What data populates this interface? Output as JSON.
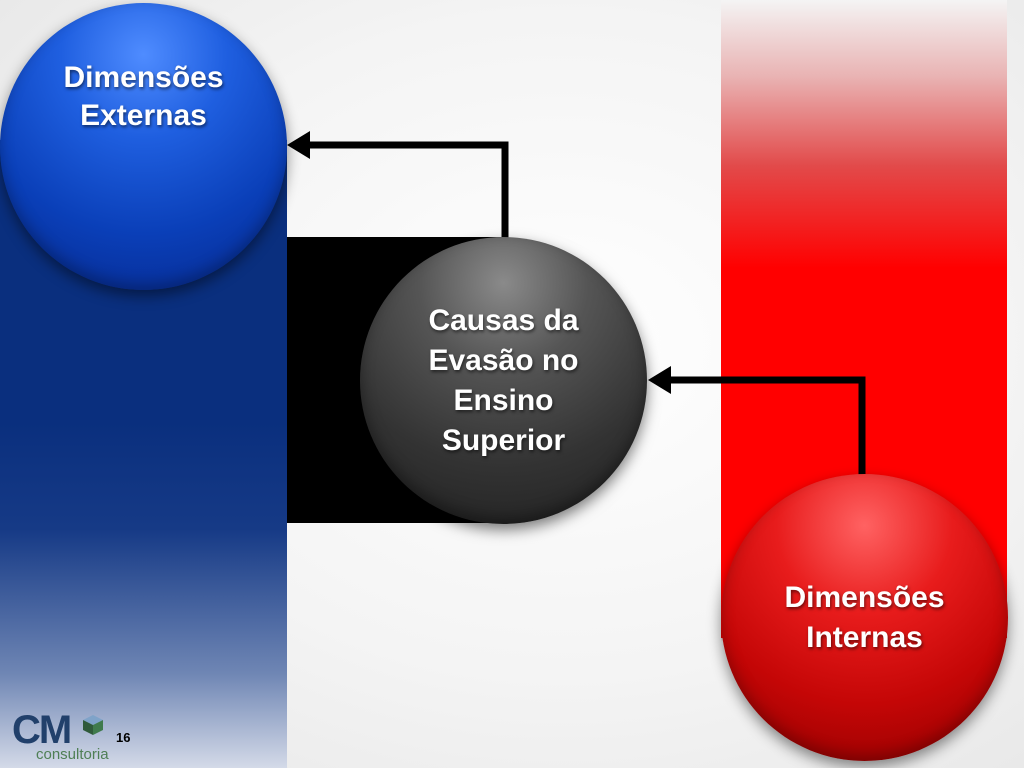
{
  "nodes": {
    "external": {
      "line1": "Dimensões",
      "line2": "Externas"
    },
    "center": {
      "line1": "Causas da",
      "line2": "Evasão no",
      "line3": "Ensino",
      "line4": "Superior"
    },
    "internal": {
      "line1": "Dimensões",
      "line2": "Internas"
    }
  },
  "edges": [
    {
      "from": "center",
      "to": "external"
    },
    {
      "from": "internal",
      "to": "center"
    }
  ],
  "footer": {
    "logo_main": "CM",
    "logo_sub": "consultoria",
    "page_number": "16"
  },
  "colors": {
    "blue": "#0a3fb8",
    "dark": "#333333",
    "red": "#ff0000",
    "navy_bar": "#0a2f7e",
    "arrow": "#000000"
  }
}
